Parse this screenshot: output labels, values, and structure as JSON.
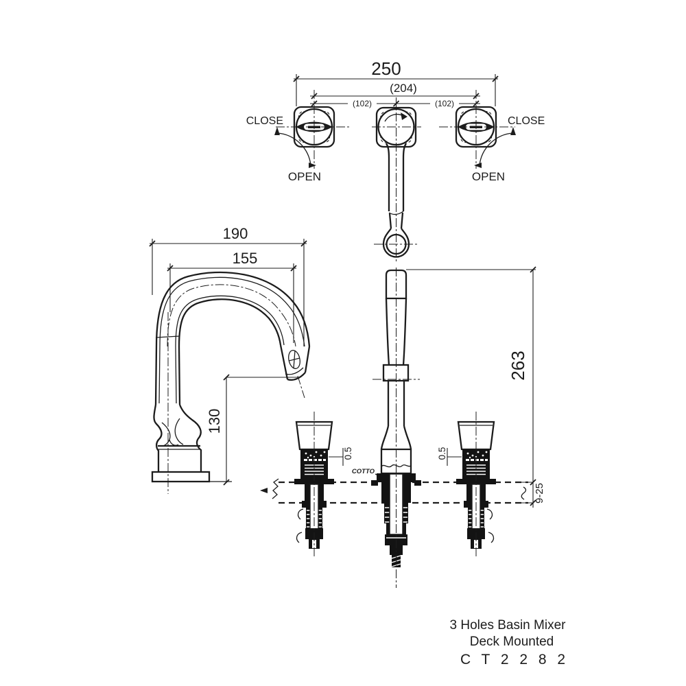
{
  "colors": {
    "ink": "#1c1c1c",
    "background": "#ffffff"
  },
  "top_view": {
    "overall_width": "250",
    "handle_spacing": "(204)",
    "left_spacing": "(102)",
    "right_spacing": "(102)",
    "left_handle_close": "CLOSE",
    "left_handle_open": "OPEN",
    "right_handle_close": "CLOSE",
    "right_handle_open": "OPEN"
  },
  "side_view": {
    "overall_depth": "190",
    "spout_reach": "155",
    "spout_height": "130"
  },
  "front_view": {
    "overall_height": "263",
    "handle_gap_left": "0.5",
    "handle_gap_right": "0.5",
    "deck_thickness": "9-25",
    "brand_mark": "COTTO"
  },
  "title_block": {
    "product": "3 Holes Basin Mixer",
    "mounting": "Deck Mounted",
    "model_code": "C T 2 2 8 2"
  }
}
